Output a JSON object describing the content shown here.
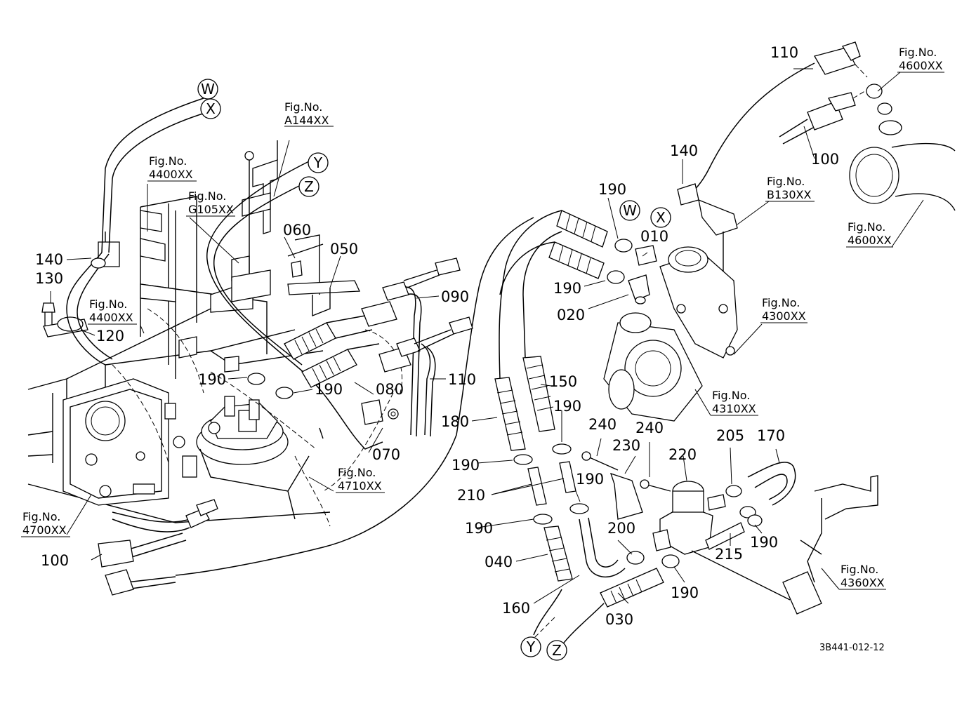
{
  "callouts": [
    {
      "id": "c140l",
      "text": "140"
    },
    {
      "id": "c130",
      "text": "130"
    },
    {
      "id": "c120",
      "text": "120"
    },
    {
      "id": "c100l",
      "text": "100"
    },
    {
      "id": "c060",
      "text": "060"
    },
    {
      "id": "c050",
      "text": "050"
    },
    {
      "id": "c090",
      "text": "090"
    },
    {
      "id": "c110m",
      "text": "110"
    },
    {
      "id": "c190a",
      "text": "190"
    },
    {
      "id": "c190b",
      "text": "190"
    },
    {
      "id": "c080",
      "text": "080"
    },
    {
      "id": "c070",
      "text": "070"
    },
    {
      "id": "c110t",
      "text": "110"
    },
    {
      "id": "c100t",
      "text": "100"
    },
    {
      "id": "c140r",
      "text": "140"
    },
    {
      "id": "c190c",
      "text": "190"
    },
    {
      "id": "c010",
      "text": "010"
    },
    {
      "id": "c190d",
      "text": "190"
    },
    {
      "id": "c020",
      "text": "020"
    },
    {
      "id": "c150",
      "text": "150"
    },
    {
      "id": "c180",
      "text": "180"
    },
    {
      "id": "c190e",
      "text": "190"
    },
    {
      "id": "c240a",
      "text": "240"
    },
    {
      "id": "c240b",
      "text": "240"
    },
    {
      "id": "c230",
      "text": "230"
    },
    {
      "id": "c220",
      "text": "220"
    },
    {
      "id": "c205",
      "text": "205"
    },
    {
      "id": "c170",
      "text": "170"
    },
    {
      "id": "c190f",
      "text": "190"
    },
    {
      "id": "c210",
      "text": "210"
    },
    {
      "id": "c190g",
      "text": "190"
    },
    {
      "id": "c190h",
      "text": "190"
    },
    {
      "id": "c200",
      "text": "200"
    },
    {
      "id": "c190i",
      "text": "190"
    },
    {
      "id": "c215",
      "text": "215"
    },
    {
      "id": "c040",
      "text": "040"
    },
    {
      "id": "c190j",
      "text": "190"
    },
    {
      "id": "c160",
      "text": "160"
    },
    {
      "id": "c030",
      "text": "030"
    }
  ],
  "fig_refs": [
    {
      "id": "fA144",
      "line1": "Fig.No.",
      "line2": "A144XX"
    },
    {
      "id": "f4400a",
      "line1": "Fig.No.",
      "line2": "4400XX"
    },
    {
      "id": "fG105",
      "line1": "Fig.No.",
      "line2": "G105XX"
    },
    {
      "id": "f4400b",
      "line1": "Fig.No.",
      "line2": "4400XX"
    },
    {
      "id": "f4710",
      "line1": "Fig.No.",
      "line2": "4710XX"
    },
    {
      "id": "f4700",
      "line1": "Fig.No.",
      "line2": "4700XX"
    },
    {
      "id": "f4600a",
      "line1": "Fig.No.",
      "line2": "4600XX"
    },
    {
      "id": "fB130",
      "line1": "Fig.No.",
      "line2": "B130XX"
    },
    {
      "id": "f4600b",
      "line1": "Fig.No.",
      "line2": "4600XX"
    },
    {
      "id": "f4300",
      "line1": "Fig.No.",
      "line2": "4300XX"
    },
    {
      "id": "f4310",
      "line1": "Fig.No.",
      "line2": "4310XX"
    },
    {
      "id": "f4360",
      "line1": "Fig.No.",
      "line2": "4360XX"
    }
  ],
  "connectors": [
    {
      "id": "W1",
      "text": "W"
    },
    {
      "id": "X1",
      "text": "X"
    },
    {
      "id": "Y1",
      "text": "Y"
    },
    {
      "id": "Z1",
      "text": "Z"
    },
    {
      "id": "W2",
      "text": "W"
    },
    {
      "id": "X2",
      "text": "X"
    },
    {
      "id": "Y2",
      "text": "Y"
    },
    {
      "id": "Z2",
      "text": "Z"
    }
  ],
  "drawing_code": "3B441-012-12"
}
